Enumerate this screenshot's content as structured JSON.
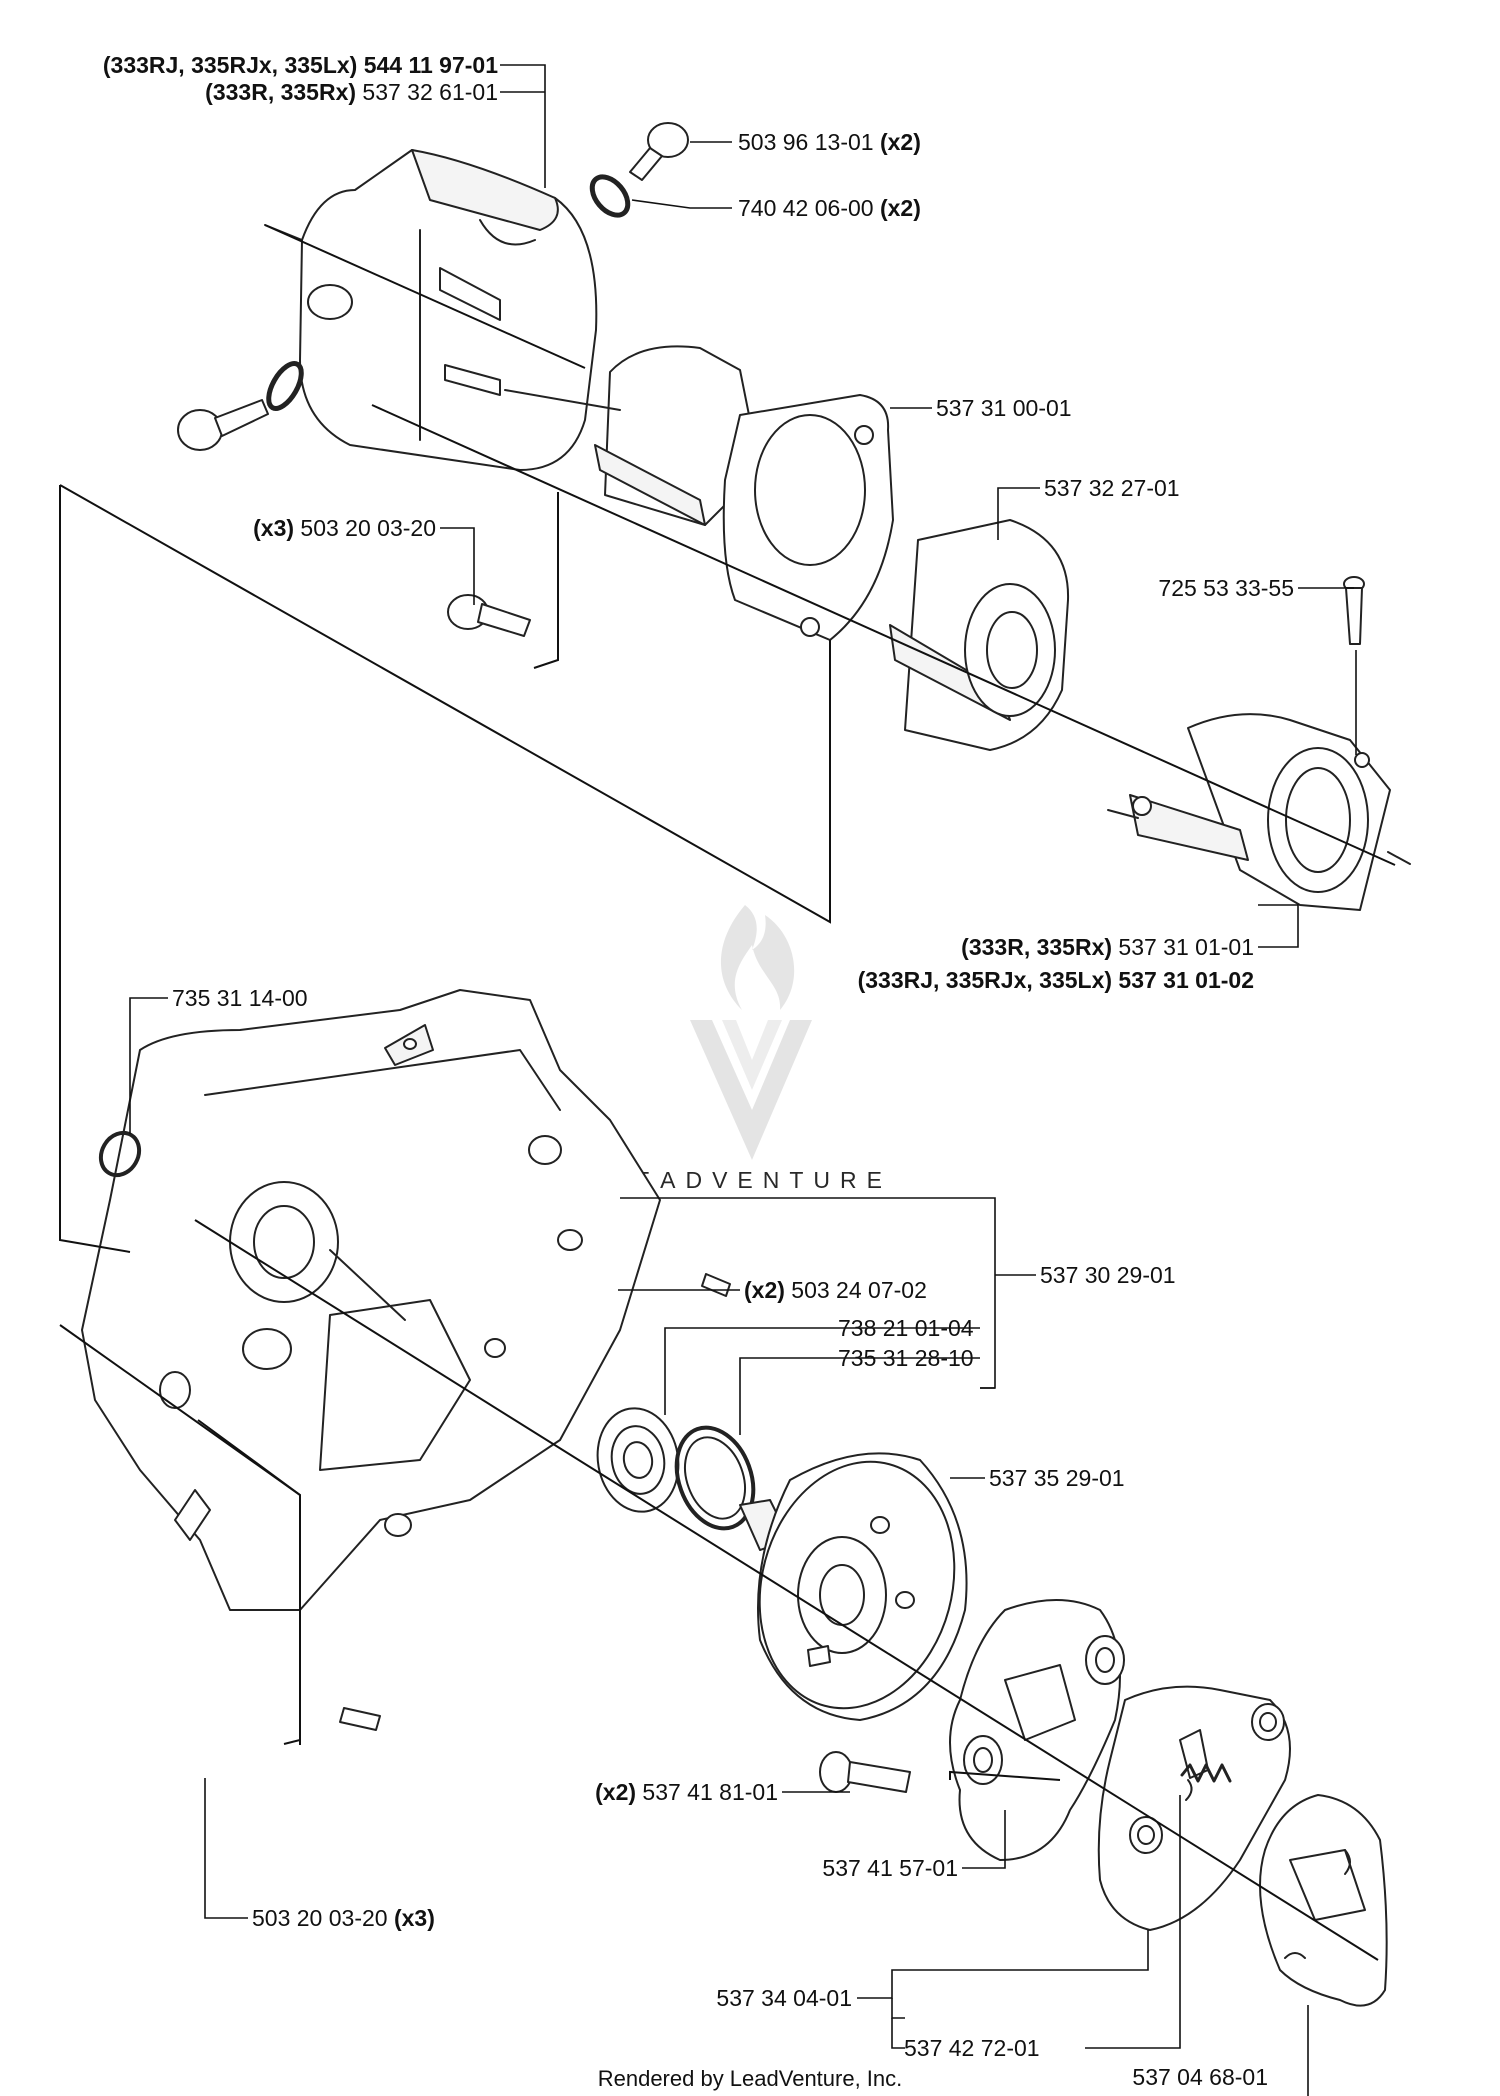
{
  "watermark": {
    "text": "LEADVENTURE"
  },
  "footer": {
    "text": "Rendered by LeadVenture, Inc."
  },
  "colors": {
    "line": "#111111",
    "part": "#222222",
    "watermark": "#d6d6d6",
    "background": "#ffffff"
  },
  "labels": {
    "cover_a_models": "(333RJ, 335RJx, 335Lx)",
    "cover_a_part": "544 11 97-01",
    "cover_b_models": "(333R, 335Rx)",
    "cover_b_part": "537 32 61-01",
    "screw_top_part": "503 96 13-01",
    "screw_top_qty": "(x2)",
    "oring_part": "740 42 06-00",
    "oring_qty": "(x2)",
    "housing_part": "537 31 00-01",
    "screws_housing_qty": "(x3)",
    "screws_housing_part": "503 20 03-20",
    "sleeve_part": "537 32 27-01",
    "bolt_part": "725 53 33-55",
    "clamp_a_models": "(333R, 335Rx)",
    "clamp_a_part": "537 31 01-01",
    "clamp_b_models": "(333RJ, 335RJx, 335Lx)",
    "clamp_b_part": "537 31 01-02",
    "circlip_part": "735 31 14-00",
    "pins_qty": "(x2)",
    "pins_part": "503 24 07-02",
    "crankcase_part": "537 30 29-01",
    "bearing_part": "738 21 01-04",
    "ring_part": "735 31 28-10",
    "drum_part": "537 35 29-01",
    "shoulder_screw_qty": "(x2)",
    "shoulder_screw_part": "537 41 81-01",
    "washer_part": "537 41 57-01",
    "screws_bottom_part": "503 20 03-20",
    "screws_bottom_qty": "(x3)",
    "clutch_part": "537 34 04-01",
    "spring_part": "537 42 72-01",
    "plate_part": "537 04 68-01"
  }
}
